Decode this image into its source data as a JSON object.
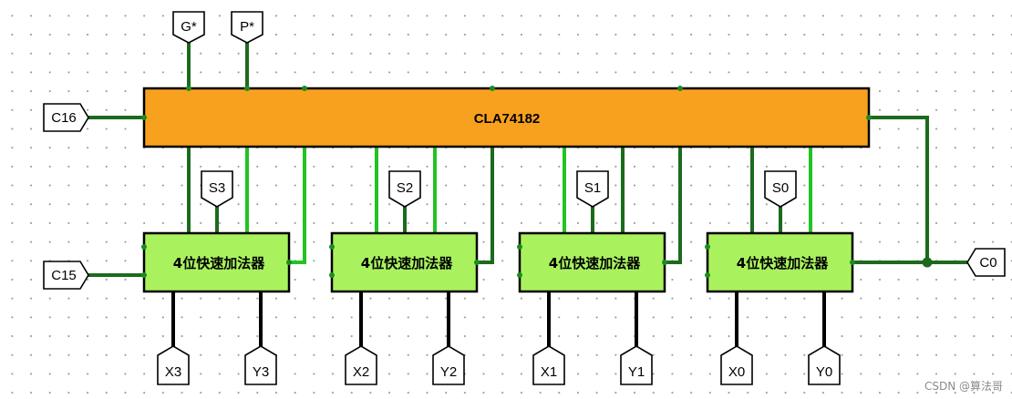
{
  "chip": {
    "label": "CLA74182"
  },
  "adders": [
    {
      "label": "4位快速加法器",
      "sum": "S3",
      "x": "X3",
      "y": "Y3"
    },
    {
      "label": "4位快速加法器",
      "sum": "S2",
      "x": "X2",
      "y": "Y2"
    },
    {
      "label": "4位快速加法器",
      "sum": "S1",
      "x": "X1",
      "y": "Y1"
    },
    {
      "label": "4位快速加法器",
      "sum": "S0",
      "x": "X0",
      "y": "Y0"
    }
  ],
  "pins": {
    "g_star": "G*",
    "p_star": "P*",
    "c16": "C16",
    "c15": "C15",
    "c0": "C0"
  },
  "colors": {
    "chip_fill": "#f8a11f",
    "adder_fill": "#a9f25e",
    "wire_dark": "#1c6b1c",
    "wire_light": "#22c322"
  },
  "watermark": "CSDN @算法哥"
}
